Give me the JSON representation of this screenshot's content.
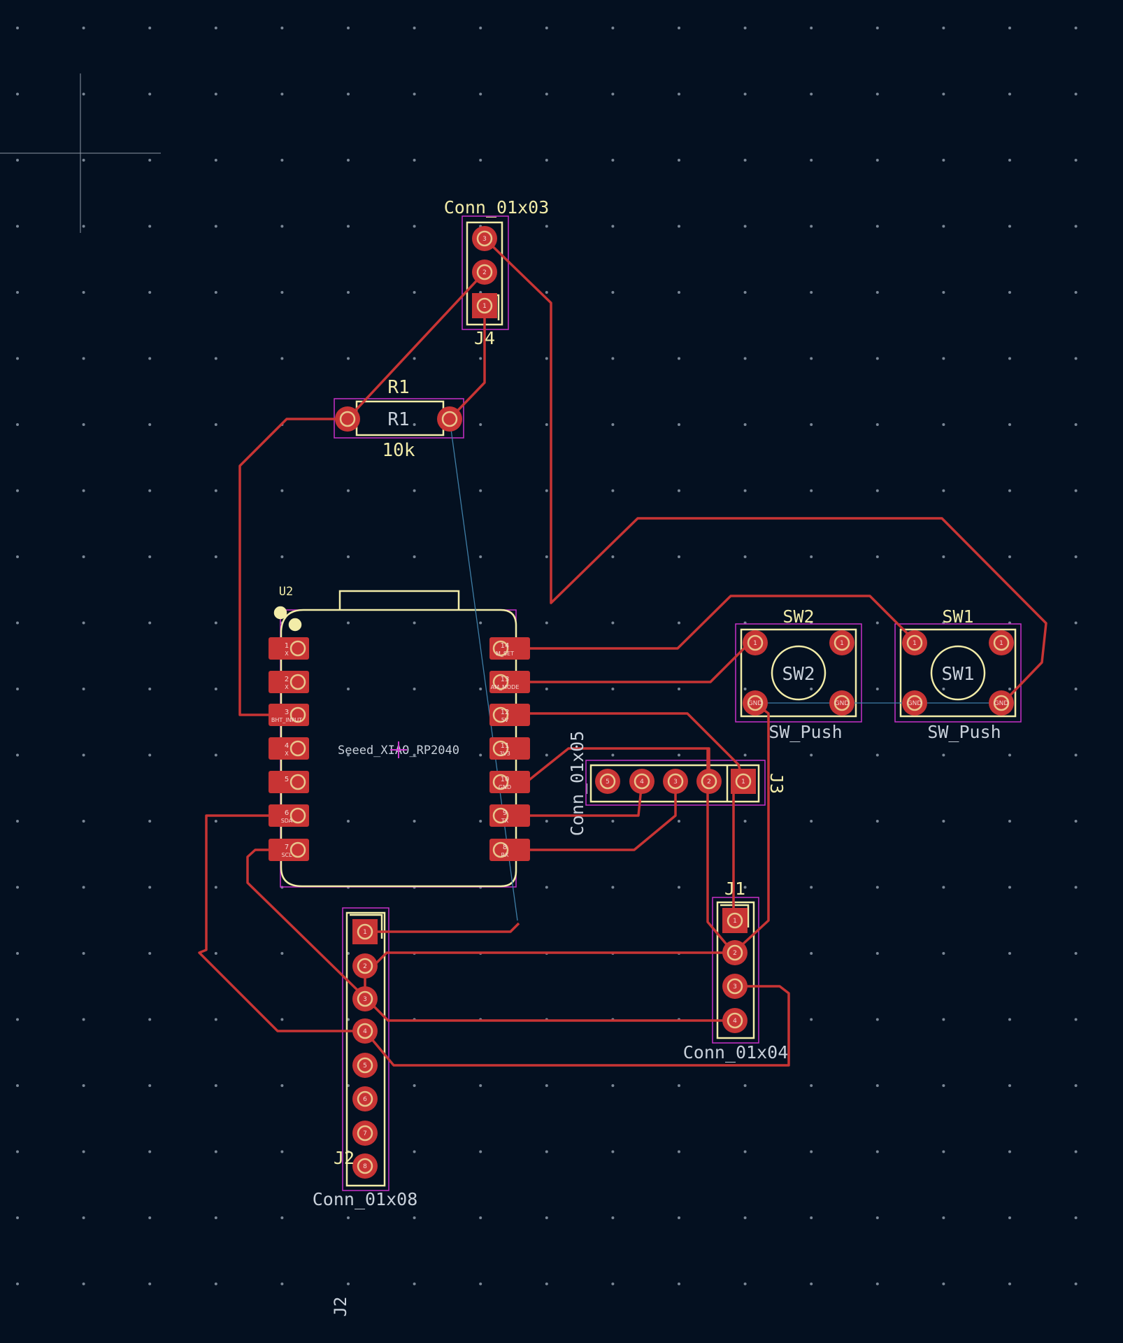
{
  "colors": {
    "background": "#041020",
    "grid_dot": "#7b8796",
    "track": "#c83434",
    "pad": "#c83434",
    "pad_hole": "#e8c48c",
    "silkscreen": "#f2eca8",
    "courtyard": "#c830c8",
    "ratsnest": "#3f7ea6",
    "cursor": "#8c96a4",
    "fab_text": "#c8d0da"
  },
  "footprints": {
    "j4": {
      "ref": "J4",
      "value": "Conn_01x03"
    },
    "r1": {
      "ref": "R1",
      "value": "10k",
      "fab_ref": "R1"
    },
    "u2": {
      "ref": "U2",
      "value": "Seeed_XIAO_RP2040",
      "pin_numbers_left": [
        "1",
        "2",
        "3",
        "4",
        "5",
        "6",
        "7"
      ],
      "pin_names_left": [
        "X",
        "X",
        "BHT_INPUT",
        "X",
        "",
        "SDA",
        "SCL"
      ],
      "pin_numbers_right": [
        "14",
        "13",
        "12",
        "11",
        "10",
        "9",
        "8"
      ],
      "pin_names_right": [
        "M_SET",
        "AM_MODE",
        "5V",
        "3V3",
        "GND",
        "TX",
        "RX"
      ]
    },
    "j3": {
      "ref": "J3",
      "value": "Conn_01x05"
    },
    "sw2": {
      "ref": "SW2",
      "value": "SW_Push",
      "fab_ref": "SW2"
    },
    "sw1": {
      "ref": "SW1",
      "value": "SW_Push",
      "fab_ref": "SW1"
    },
    "j1": {
      "ref": "J1",
      "value": "Conn_01x04"
    },
    "j2": {
      "ref": "J2",
      "value": "Conn_01x08",
      "fab_ref": "J2"
    }
  },
  "switch_pad_names": {
    "top": [
      "1",
      "1"
    ],
    "bottom": [
      "GND",
      "GND"
    ]
  },
  "pad_numbers": {
    "j4": [
      "3",
      "2",
      "1"
    ],
    "j1": [
      "1",
      "2",
      "3",
      "4"
    ],
    "j3": [
      "5",
      "4",
      "3",
      "2",
      "1"
    ],
    "j2": [
      "1",
      "2",
      "3",
      "4",
      "5",
      "6",
      "7",
      "8"
    ]
  },
  "icons": {
    "cursor": "crosshair-cursor-icon",
    "origin": "footprint-anchor-icon"
  }
}
